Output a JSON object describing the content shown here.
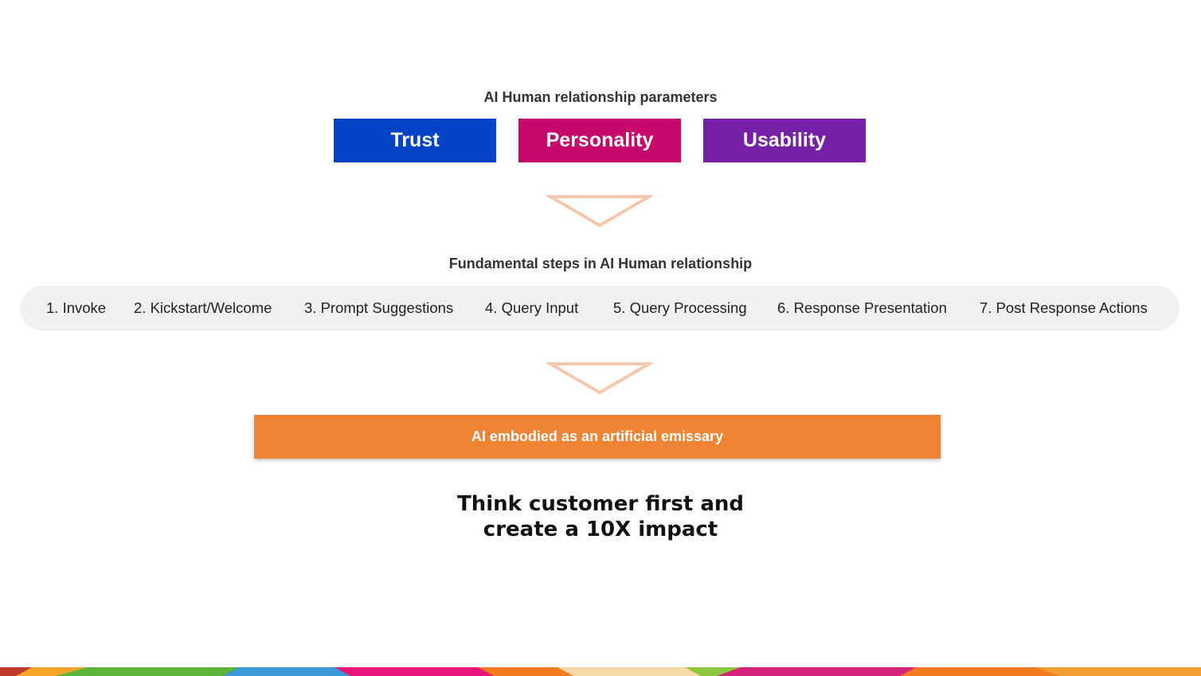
{
  "params": {
    "title": "AI Human relationship parameters",
    "items": [
      {
        "label": "Trust",
        "color": "#0343c6"
      },
      {
        "label": "Personality",
        "color": "#c6086c"
      },
      {
        "label": "Usability",
        "color": "#7620a8"
      }
    ]
  },
  "arrow_color": "#f5c7ad",
  "steps": {
    "title": "Fundamental steps in AI Human relationship",
    "items": [
      "1. Invoke",
      "2. Kickstart/Welcome",
      "3. Prompt Suggestions",
      "4. Query Input",
      "5. Query Processing",
      "6. Response Presentation",
      "7. Post Response Actions"
    ]
  },
  "emissary": {
    "label": "AI embodied as an artificial emissary",
    "color": "#ee8434"
  },
  "tagline": {
    "line1": "Think customer first and",
    "line2": "create a 10X impact"
  }
}
